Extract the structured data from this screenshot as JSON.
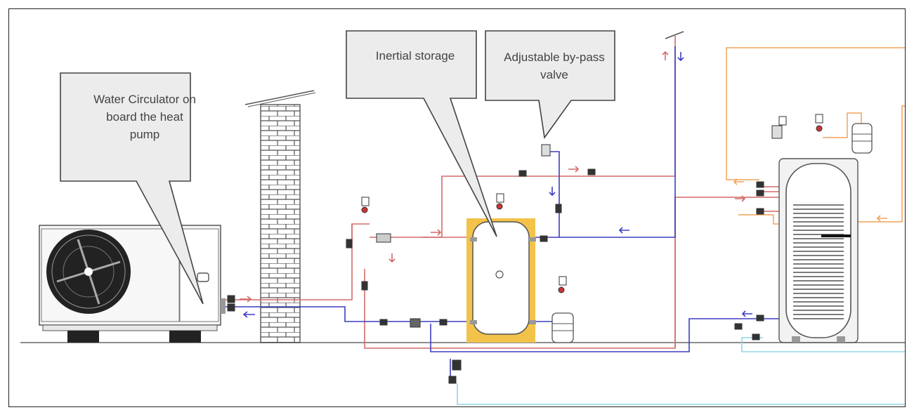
{
  "callouts": {
    "water_circulator": "Water Circulator on board the heat pump",
    "inertial_storage": "Inertial storage",
    "bypass_valve": "Adjustable by-pass valve"
  },
  "colors": {
    "hot_pipe": "#d46a6a",
    "cold_pipe": "#3d3dc2",
    "aux_pipe": "#f0a45a",
    "mains_pipe": "#8fd6e8",
    "tank_insulation": "#f2c24a",
    "callout_fill": "#ececec",
    "brick": "#555555"
  }
}
